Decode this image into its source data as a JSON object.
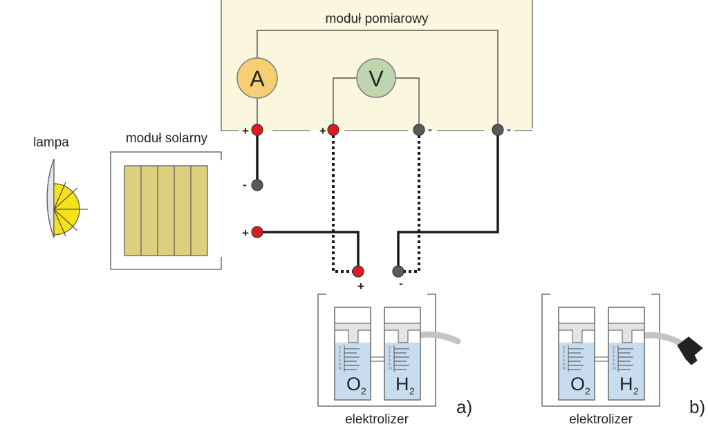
{
  "labels": {
    "measurement_module": "moduł pomiarowy",
    "lamp": "lampa",
    "solar_module": "moduł solarny",
    "electrolyzer_a": "elektrolizer",
    "electrolyzer_b": "elektrolizer",
    "variant_a": "a)",
    "variant_b": "b)"
  },
  "meters": {
    "ammeter": "A",
    "voltmeter": "V"
  },
  "terminals": {
    "plus": "+",
    "minus": "-"
  },
  "gases": {
    "oxygen": {
      "symbol": "O",
      "subscript": "2"
    },
    "hydrogen": {
      "symbol": "H",
      "subscript": "2"
    }
  },
  "scale_ticks": [
    "0",
    "2",
    "4",
    "6",
    "8",
    "10"
  ],
  "colors": {
    "module_fill": "#fbf7df",
    "ammeter_fill": "#f6cf72",
    "voltmeter_fill": "#bfd5ad",
    "lamp_light": "#f5e11c",
    "lamp_housing": "#e4e5e8",
    "solar_cells": "#dccf7e",
    "terminal_red": "#e01a22",
    "terminal_gray": "#5a5a5a",
    "water": "#c8dcef",
    "cylinder_top": "#e4e4e4",
    "tube": "#c4c4c4"
  }
}
